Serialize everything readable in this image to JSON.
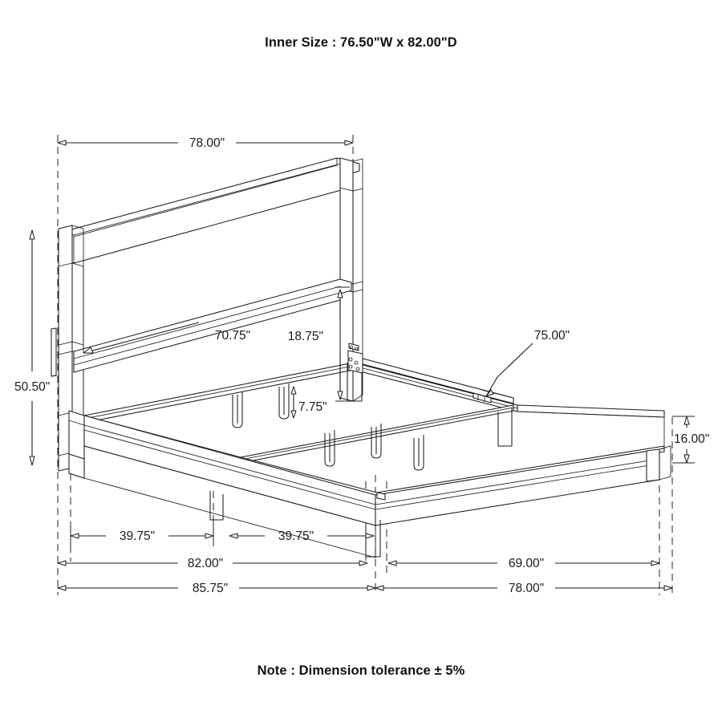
{
  "sheet": {
    "title": "Inner Size : 76.50\"W x 82.00\"D",
    "note": "Note : Dimension tolerance ± 5%",
    "background_color": "#ffffff",
    "line_color": "#1b1b1b"
  },
  "drawing": {
    "subject": "bed-frame-isometric",
    "projection": "isometric",
    "parts": [
      "headboard-panel",
      "headboard-top-rail",
      "headboard-mid-rail",
      "headboard-left-post",
      "headboard-right-post",
      "side-rail-left",
      "side-rail-right",
      "footboard-rail",
      "center-support-beam",
      "slat-roll",
      "support-legs",
      "rail-bracket-hardware"
    ]
  },
  "dimensions": {
    "top_width": {
      "label": "78.00\"",
      "orientation": "horizontal",
      "location": "top-headboard-width"
    },
    "headboard_panel_width": {
      "label": "70.75\"",
      "orientation": "diagonal",
      "location": "headboard-inner-panel"
    },
    "headboard_lower_gap": {
      "label": "18.75\"",
      "orientation": "vertical",
      "location": "headboard-rail-to-deck"
    },
    "deck_depth": {
      "label": "75.00\"",
      "orientation": "leader",
      "location": "center-support-beam"
    },
    "overall_height": {
      "label": "50.50\"",
      "orientation": "vertical",
      "location": "left-overall-height"
    },
    "slat_leg_height": {
      "label": "7.75\"",
      "orientation": "vertical",
      "location": "support-leg-height"
    },
    "rail_height": {
      "label": "16.00\"",
      "orientation": "vertical",
      "location": "right-side-rail-height"
    },
    "half_width_left": {
      "label": "39.75\"",
      "orientation": "horizontal",
      "location": "bottom-chain-left-half"
    },
    "half_width_right": {
      "label": "39.75\"",
      "orientation": "horizontal",
      "location": "bottom-chain-right-half"
    },
    "width_82": {
      "label": "82.00\"",
      "orientation": "horizontal",
      "location": "bottom-row2-left"
    },
    "depth_69": {
      "label": "69.00\"",
      "orientation": "horizontal",
      "location": "bottom-row2-right"
    },
    "overall_85_75": {
      "label": "85.75\"",
      "orientation": "horizontal",
      "location": "bottom-row3-left"
    },
    "overall_78": {
      "label": "78.00\"",
      "orientation": "horizontal",
      "location": "bottom-row3-right"
    }
  }
}
